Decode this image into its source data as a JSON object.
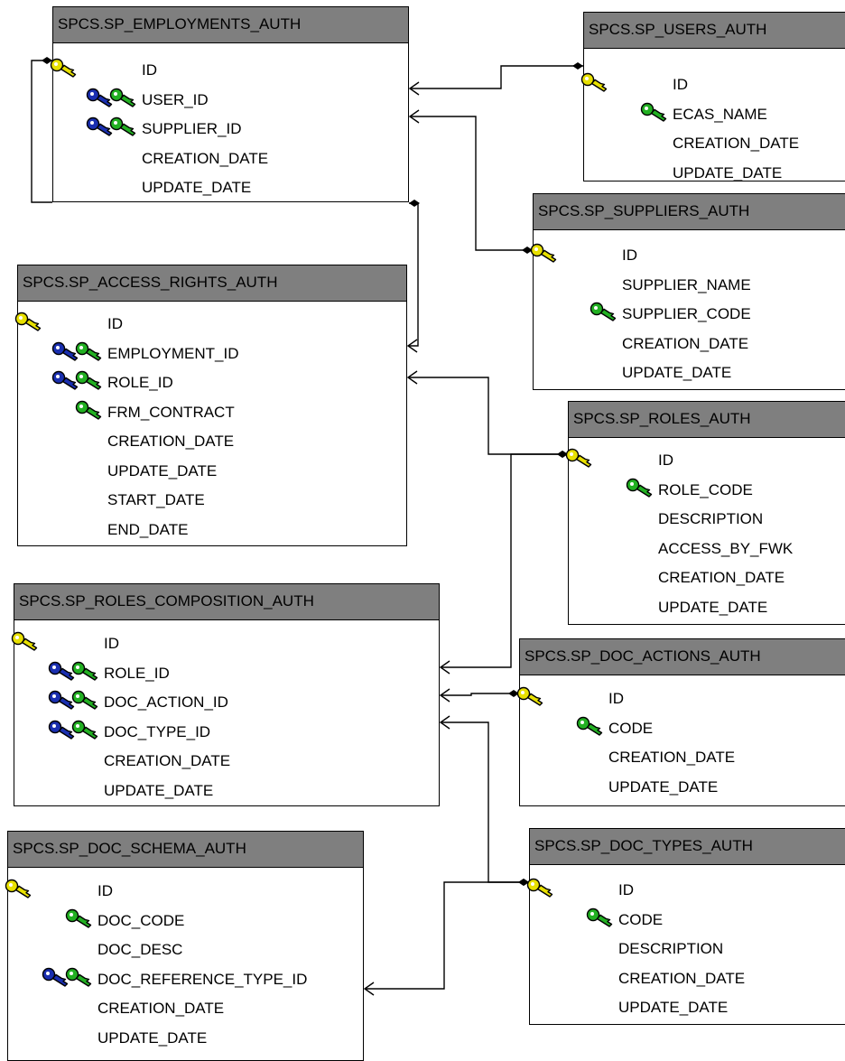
{
  "colors": {
    "header_bg": "#7f7f7f",
    "primary_key": "#e8e000",
    "foreign_key": "#1a2fb0",
    "unique_key": "#22b022",
    "line": "#000000"
  },
  "icons": {
    "primary_key": "yellow-key-icon",
    "foreign_key": "blue-key-icon",
    "unique_key": "green-key-icon"
  },
  "tables": [
    {
      "id": "employments",
      "name": "SPCS.SP_EMPLOYMENTS_AUTH",
      "columns": [
        {
          "name": "ID",
          "keys": [
            "pk"
          ]
        },
        {
          "name": "USER_ID",
          "keys": [
            "fk",
            "uk"
          ]
        },
        {
          "name": "SUPPLIER_ID",
          "keys": [
            "fk",
            "uk"
          ]
        },
        {
          "name": "CREATION_DATE",
          "keys": []
        },
        {
          "name": "UPDATE_DATE",
          "keys": []
        }
      ]
    },
    {
      "id": "users",
      "name": "SPCS.SP_USERS_AUTH",
      "columns": [
        {
          "name": "ID",
          "keys": [
            "pk"
          ]
        },
        {
          "name": "ECAS_NAME",
          "keys": [
            "uk"
          ]
        },
        {
          "name": "CREATION_DATE",
          "keys": []
        },
        {
          "name": "UPDATE_DATE",
          "keys": []
        }
      ]
    },
    {
      "id": "suppliers",
      "name": "SPCS.SP_SUPPLIERS_AUTH",
      "columns": [
        {
          "name": "ID",
          "keys": [
            "pk"
          ]
        },
        {
          "name": "SUPPLIER_NAME",
          "keys": []
        },
        {
          "name": "SUPPLIER_CODE",
          "keys": [
            "uk"
          ]
        },
        {
          "name": "CREATION_DATE",
          "keys": []
        },
        {
          "name": "UPDATE_DATE",
          "keys": []
        }
      ]
    },
    {
      "id": "access_rights",
      "name": "SPCS.SP_ACCESS_RIGHTS_AUTH",
      "columns": [
        {
          "name": "ID",
          "keys": [
            "pk"
          ]
        },
        {
          "name": "EMPLOYMENT_ID",
          "keys": [
            "fk",
            "uk"
          ]
        },
        {
          "name": "ROLE_ID",
          "keys": [
            "fk",
            "uk"
          ]
        },
        {
          "name": "FRM_CONTRACT",
          "keys": [
            "uk"
          ]
        },
        {
          "name": "CREATION_DATE",
          "keys": []
        },
        {
          "name": "UPDATE_DATE",
          "keys": []
        },
        {
          "name": "START_DATE",
          "keys": []
        },
        {
          "name": "END_DATE",
          "keys": []
        }
      ]
    },
    {
      "id": "roles",
      "name": "SPCS.SP_ROLES_AUTH",
      "columns": [
        {
          "name": "ID",
          "keys": [
            "pk"
          ]
        },
        {
          "name": "ROLE_CODE",
          "keys": [
            "uk"
          ]
        },
        {
          "name": "DESCRIPTION",
          "keys": []
        },
        {
          "name": "ACCESS_BY_FWK",
          "keys": []
        },
        {
          "name": "CREATION_DATE",
          "keys": []
        },
        {
          "name": "UPDATE_DATE",
          "keys": []
        }
      ]
    },
    {
      "id": "roles_composition",
      "name": "SPCS.SP_ROLES_COMPOSITION_AUTH",
      "columns": [
        {
          "name": "ID",
          "keys": [
            "pk"
          ]
        },
        {
          "name": "ROLE_ID",
          "keys": [
            "fk",
            "uk"
          ]
        },
        {
          "name": "DOC_ACTION_ID",
          "keys": [
            "fk",
            "uk"
          ]
        },
        {
          "name": "DOC_TYPE_ID",
          "keys": [
            "fk",
            "uk"
          ]
        },
        {
          "name": "CREATION_DATE",
          "keys": []
        },
        {
          "name": "UPDATE_DATE",
          "keys": []
        }
      ]
    },
    {
      "id": "doc_actions",
      "name": "SPCS.SP_DOC_ACTIONS_AUTH",
      "columns": [
        {
          "name": "ID",
          "keys": [
            "pk"
          ]
        },
        {
          "name": "CODE",
          "keys": [
            "uk"
          ]
        },
        {
          "name": "CREATION_DATE",
          "keys": []
        },
        {
          "name": "UPDATE_DATE",
          "keys": []
        }
      ]
    },
    {
      "id": "doc_schema",
      "name": "SPCS.SP_DOC_SCHEMA_AUTH",
      "columns": [
        {
          "name": "ID",
          "keys": [
            "pk"
          ]
        },
        {
          "name": "DOC_CODE",
          "keys": [
            "uk"
          ]
        },
        {
          "name": "DOC_DESC",
          "keys": []
        },
        {
          "name": "DOC_REFERENCE_TYPE_ID",
          "keys": [
            "fk",
            "uk"
          ]
        },
        {
          "name": "CREATION_DATE",
          "keys": []
        },
        {
          "name": "UPDATE_DATE",
          "keys": []
        }
      ]
    },
    {
      "id": "doc_types",
      "name": "SPCS.SP_DOC_TYPES_AUTH",
      "columns": [
        {
          "name": "ID",
          "keys": [
            "pk"
          ]
        },
        {
          "name": "CODE",
          "keys": [
            "uk"
          ]
        },
        {
          "name": "DESCRIPTION",
          "keys": []
        },
        {
          "name": "CREATION_DATE",
          "keys": []
        },
        {
          "name": "UPDATE_DATE",
          "keys": []
        }
      ]
    }
  ],
  "relationships": [
    {
      "from": "users",
      "to": "employments",
      "column": "USER_ID"
    },
    {
      "from": "suppliers",
      "to": "employments",
      "column": "SUPPLIER_ID"
    },
    {
      "from": "employments",
      "to": "access_rights",
      "column": "EMPLOYMENT_ID"
    },
    {
      "from": "roles",
      "to": "access_rights",
      "column": "ROLE_ID"
    },
    {
      "from": "roles",
      "to": "roles_composition",
      "column": "ROLE_ID"
    },
    {
      "from": "doc_actions",
      "to": "roles_composition",
      "column": "DOC_ACTION_ID"
    },
    {
      "from": "doc_types",
      "to": "roles_composition",
      "column": "DOC_TYPE_ID"
    },
    {
      "from": "doc_types",
      "to": "doc_schema",
      "column": "DOC_REFERENCE_TYPE_ID"
    },
    {
      "from": "employments",
      "to": "employments",
      "column": "ID"
    }
  ]
}
